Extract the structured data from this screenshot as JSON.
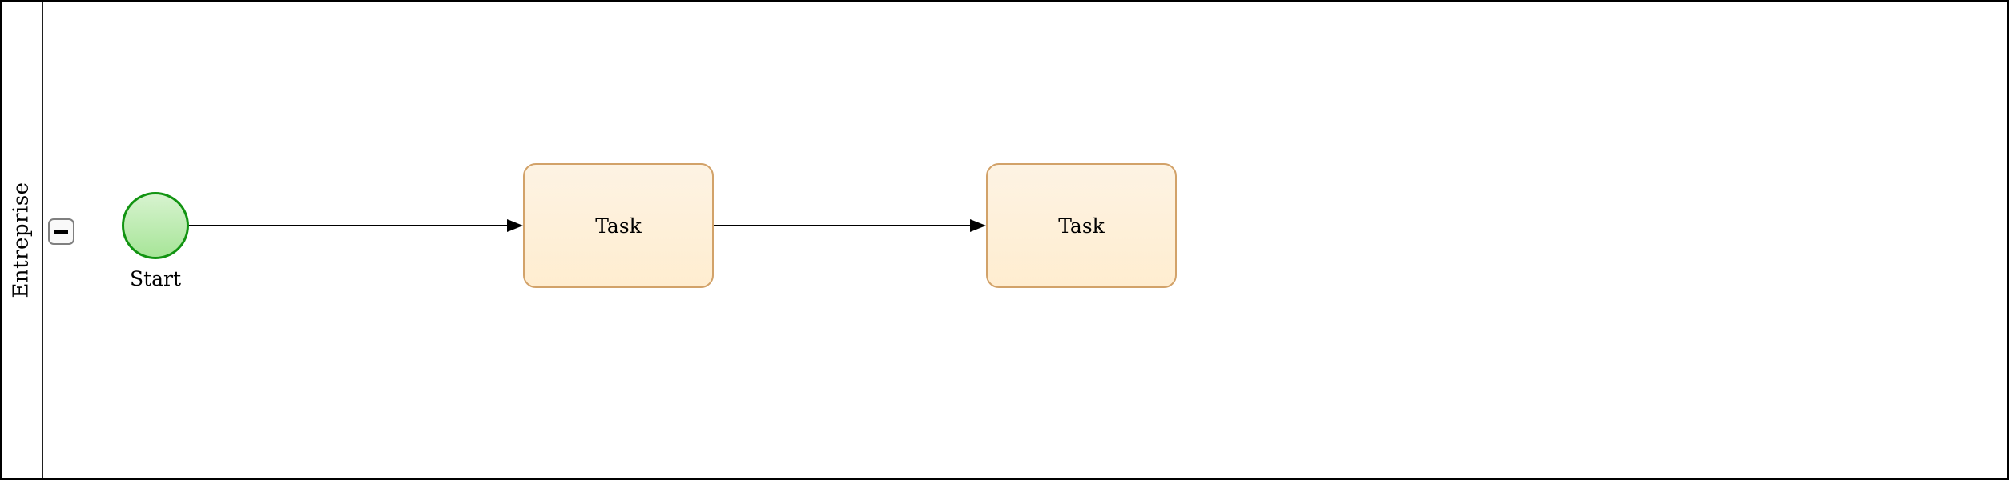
{
  "diagram": {
    "type": "bpmn-process",
    "pool": {
      "label": "Entreprise",
      "collapse_button": {
        "icon": "minus",
        "state": "expanded"
      }
    },
    "nodes": [
      {
        "id": "start",
        "type": "start-event",
        "shape": "circle",
        "label": "Start"
      },
      {
        "id": "task1",
        "type": "task",
        "shape": "rounded-rectangle",
        "label": "Task"
      },
      {
        "id": "task2",
        "type": "task",
        "shape": "rounded-rectangle",
        "label": "Task"
      }
    ],
    "edges": [
      {
        "from": "start",
        "to": "task1",
        "style": "solid-arrow"
      },
      {
        "from": "task1",
        "to": "task2",
        "style": "solid-arrow"
      }
    ]
  },
  "colors": {
    "pool-border": "#000000",
    "lane-divider": "#1f1f1f",
    "button-border": "#7f7f7f",
    "button-fill": "#f9f9f9",
    "start-stroke": "#129412",
    "start-fill-top": "#d7f3cf",
    "start-fill-bottom": "#a7e598",
    "task-stroke": "#d2a269",
    "task-fill-top": "#fdf3e3",
    "task-fill-bottom": "#ffedd0",
    "connector": "#000000"
  }
}
